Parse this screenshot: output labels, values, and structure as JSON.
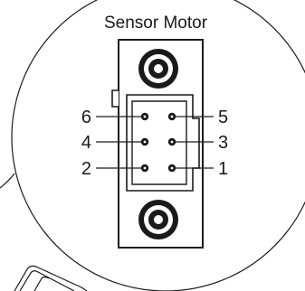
{
  "title": "Sensor Motor",
  "pins": [
    {
      "label": "6",
      "side": "left",
      "row": 1
    },
    {
      "label": "5",
      "side": "right",
      "row": 1
    },
    {
      "label": "4",
      "side": "left",
      "row": 2
    },
    {
      "label": "3",
      "side": "right",
      "row": 2
    },
    {
      "label": "2",
      "side": "left",
      "row": 3
    },
    {
      "label": "1",
      "side": "right",
      "row": 3
    }
  ],
  "colors": {
    "line": "#1a1a1a",
    "background": "#ffffff"
  }
}
